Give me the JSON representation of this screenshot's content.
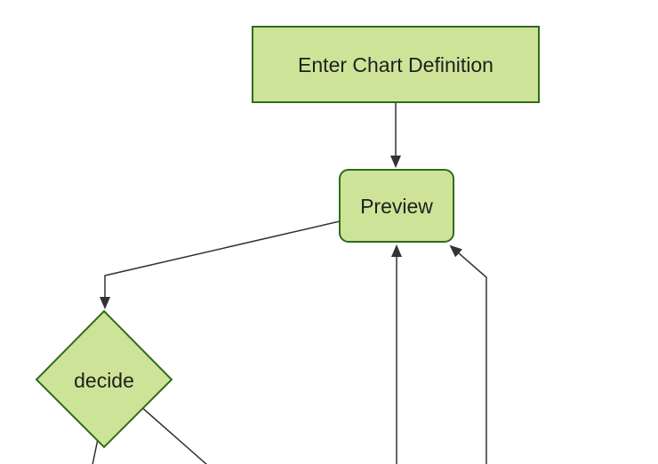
{
  "diagram": {
    "type": "flowchart",
    "orientation": "top-down",
    "background_color": "#ffffff",
    "node_fill_color": "#cde498",
    "node_border_color": "#2f6c1c",
    "edge_color": "#333333",
    "arrowhead_color": "#333333",
    "label_color": "#1f1f1f",
    "nodes": [
      {
        "id": "enter-chart-definition",
        "label": "Enter Chart Definition",
        "shape": "rectangle"
      },
      {
        "id": "preview",
        "label": "Preview",
        "shape": "rounded-rectangle"
      },
      {
        "id": "decide",
        "label": "decide",
        "shape": "diamond"
      }
    ],
    "edges": [
      {
        "from": "enter-chart-definition",
        "to": "preview",
        "arrowhead": true
      },
      {
        "from": "preview",
        "to": "decide",
        "arrowhead": true
      },
      {
        "from": "offscreen-bottom-center",
        "to": "preview",
        "arrowhead": true
      },
      {
        "from": "offscreen-bottom-right",
        "to": "preview",
        "arrowhead": true
      },
      {
        "from": "decide",
        "to": "offscreen-bottom-left",
        "arrowhead": false
      },
      {
        "from": "decide",
        "to": "offscreen-bottom-right",
        "arrowhead": false
      }
    ]
  }
}
